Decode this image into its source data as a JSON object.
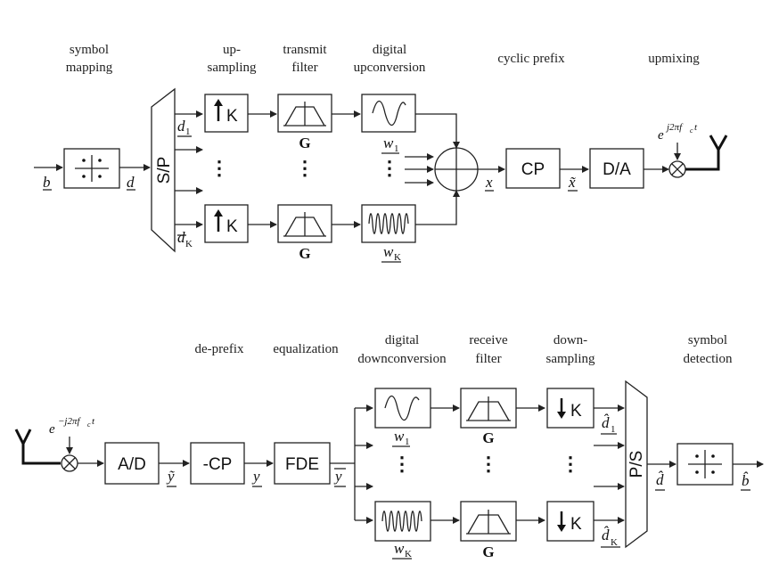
{
  "tx": {
    "labels": {
      "symbol_mapping": [
        "symbol",
        "mapping"
      ],
      "upsampling": [
        "up-",
        "sampling"
      ],
      "transmit_filter": [
        "transmit",
        "filter"
      ],
      "digital_upconversion": [
        "digital",
        "upconversion"
      ],
      "cyclic_prefix": "cyclic prefix",
      "upmixing": "upmixing"
    },
    "blocks": {
      "sp": "S/P",
      "up_k": "K",
      "cp": "CP",
      "da": "D/A",
      "g": "G"
    },
    "signals": {
      "b": "b",
      "d": "d",
      "d1": "d",
      "d1_sub": "1",
      "dK": "d",
      "dK_sub": "K",
      "w1": "w",
      "w1_sub": "1",
      "wK": "w",
      "wK_sub": "K",
      "x": "x",
      "x_tilde": "x̃"
    },
    "carrier": {
      "base": "e",
      "exponent": "j2πf",
      "exp_sub": "c",
      "exp_tail": "t"
    }
  },
  "rx": {
    "labels": {
      "de_prefix": "de-prefix",
      "equalization": "equalization",
      "digital_downconversion": [
        "digital",
        "downconversion"
      ],
      "receive_filter": [
        "receive",
        "filter"
      ],
      "downsampling": [
        "down-",
        "sampling"
      ],
      "symbol_detection": [
        "symbol",
        "detection"
      ]
    },
    "blocks": {
      "ad": "A/D",
      "cp_remove": "-CP",
      "fde": "FDE",
      "down_k": "K",
      "ps": "P/S",
      "g": "G"
    },
    "signals": {
      "y_tilde": "ỹ",
      "y": "y",
      "y_bar": "y",
      "w1": "w",
      "w1_sub": "1",
      "wK": "w",
      "wK_sub": "K",
      "d1_hat": "d̂",
      "d1_sub": "1",
      "dK_hat": "d̂",
      "dK_sub": "K",
      "d_hat": "d̂",
      "b_hat": "b̂"
    },
    "carrier": {
      "base": "e",
      "exponent": "−j2πf",
      "exp_sub": "c",
      "exp_tail": "t"
    }
  },
  "ellipsis": "⋮"
}
